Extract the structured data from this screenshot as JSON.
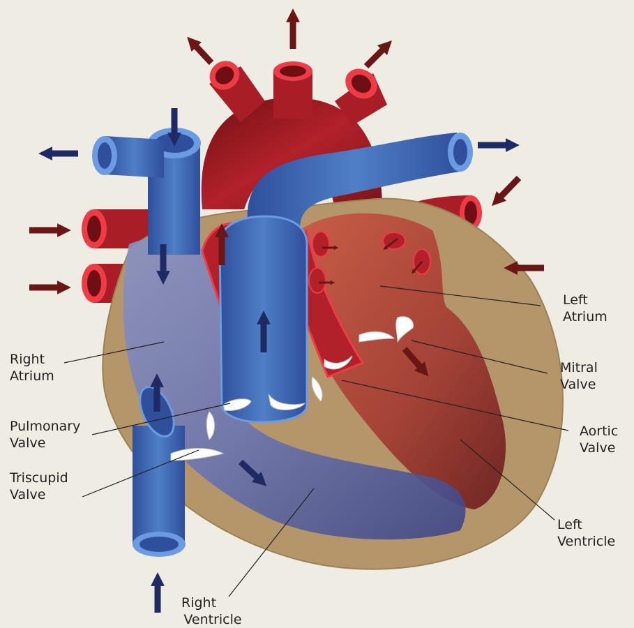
{
  "colors": {
    "background": "#efece4",
    "muscle": "#b4966a",
    "deoxygenated_blood": "#3f6bb5",
    "oxygenated_blood": "#b2212a",
    "arrow_deoxygenated": "#1f2a63",
    "arrow_oxygenated": "#6b1616",
    "valve": "#ffffff"
  },
  "labels": {
    "right_atrium": {
      "line1": "Right",
      "line2": "Atrium"
    },
    "pulmonary_valve": {
      "line1": "Pulmonary",
      "line2": "Valve"
    },
    "tricuspid_valve": {
      "line1": "Triscupid",
      "line2": "Valve"
    },
    "right_ventricle": {
      "line1": "Right",
      "line2": "Ventricle"
    },
    "left_atrium": {
      "line1": "Left",
      "line2": "Atrium"
    },
    "mitral_valve": {
      "line1": "Mitral",
      "line2": "Valve"
    },
    "aortic_valve": {
      "line1": "Aortic",
      "line2": "Valve"
    },
    "left_ventricle": {
      "line1": "Left",
      "line2": "Ventricle"
    }
  }
}
